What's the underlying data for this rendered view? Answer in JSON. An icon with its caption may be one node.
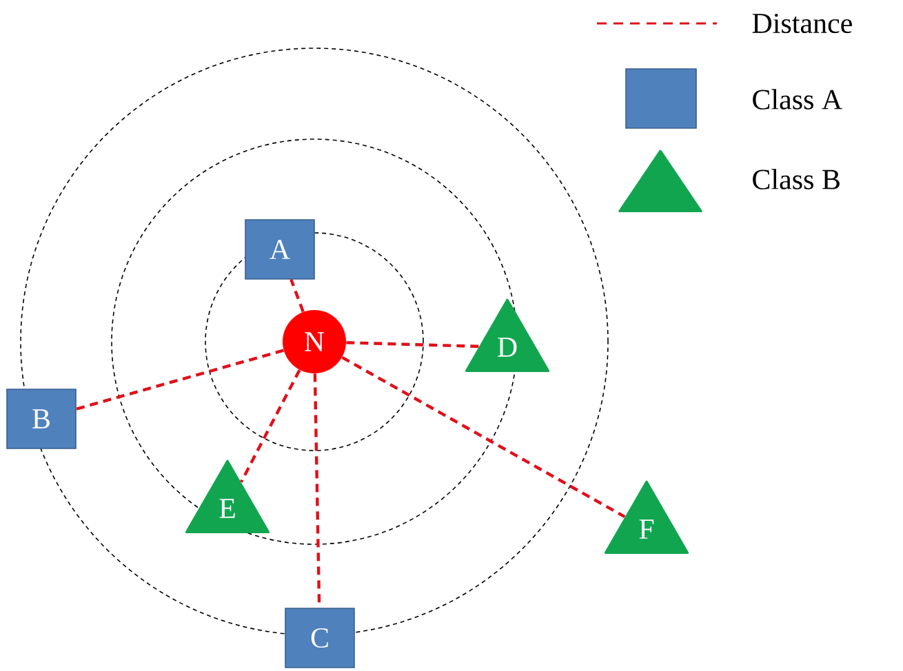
{
  "diagram": {
    "nodes": [
      {
        "text": [
          "N"
        ]
      },
      {
        "text": [
          "A"
        ]
      },
      {
        "text": [
          "B"
        ]
      },
      {
        "text": [
          "C"
        ]
      },
      {
        "text": [
          "D"
        ]
      },
      {
        "text": [
          "E"
        ]
      },
      {
        "text": [
          "F"
        ]
      }
    ],
    "edges": [
      {
        "from": 0,
        "to": 1,
        "arrow": "none",
        "style": "dashed"
      },
      {
        "from": 0,
        "to": 2,
        "arrow": "none",
        "style": "dashed"
      },
      {
        "from": 0,
        "to": 3,
        "arrow": "none",
        "style": "dashed"
      },
      {
        "from": 0,
        "to": 4,
        "arrow": "none",
        "style": "dashed"
      },
      {
        "from": 0,
        "to": 5,
        "arrow": "none",
        "style": "dashed"
      },
      {
        "from": 0,
        "to": 6,
        "arrow": "none",
        "style": "dashed"
      }
    ],
    "legend": [
      {
        "text": "Distance"
      },
      {
        "text": "Class A",
        "color": "#4f81bd"
      },
      {
        "text": "Class B"
      }
    ]
  }
}
